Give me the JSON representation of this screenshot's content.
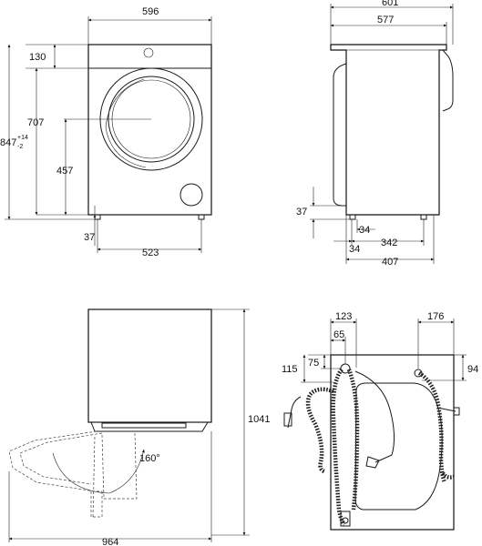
{
  "front_view": {
    "width": "596",
    "height_top": "130",
    "height_door": "707",
    "height_total": "847",
    "tol_plus": "+14",
    "tol_minus": "-2",
    "door_center": "457",
    "foot_height": "37",
    "foot_span": "523"
  },
  "side_view": {
    "depth_total": "601",
    "depth_body": "577",
    "foot_height": "37",
    "foot_inset_a": "34",
    "foot_inset_b": "34",
    "foot_span": "342",
    "base_depth": "407"
  },
  "top_view": {
    "door_angle": "160°",
    "total_depth": "964",
    "height": "1041"
  },
  "rear_view": {
    "left_offset": "123",
    "inlet_offset": "65",
    "right_offset": "176",
    "inlet_height": "75",
    "left_height": "115",
    "right_height": "94"
  }
}
